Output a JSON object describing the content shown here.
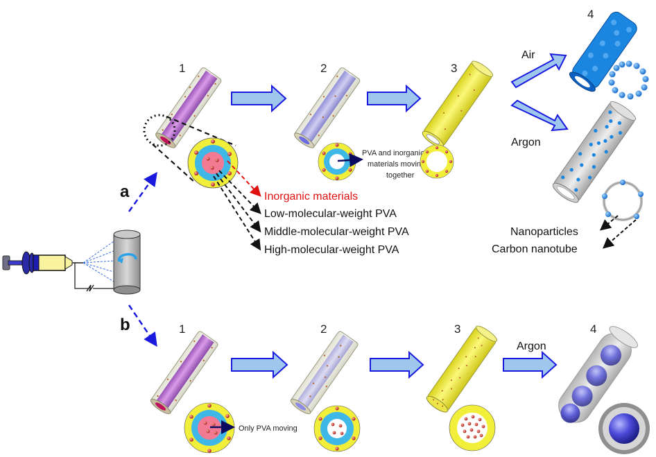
{
  "panels": {
    "a": {
      "letter": "a",
      "steps": [
        "1",
        "2",
        "3",
        "4"
      ],
      "atmospheres": {
        "air": "Air",
        "argon": "Argon"
      },
      "legend": {
        "inorganic": "Inorganic materials",
        "low": "Low-molecular-weight PVA",
        "middle": "Middle-molecular-weight PVA",
        "high": "High-molecular-weight PVA"
      },
      "movement_note": [
        "PVA and inorganic",
        "materials moving",
        "together"
      ],
      "products": {
        "nanoparticles": "Nanoparticles",
        "nanotube": "Carbon nanotube"
      }
    },
    "b": {
      "letter": "b",
      "steps": [
        "1",
        "2",
        "3",
        "4"
      ],
      "atmosphere": "Argon",
      "movement_note": "Only PVA moving"
    }
  },
  "colors": {
    "arrow_fill": "#9fc7ee",
    "arrow_stroke": "#1a1adf",
    "fiber_core": "#b15ed0",
    "yellow_shell": "#f2ef3a",
    "cyan_layer": "#3fb8e8",
    "pink_core": "#f27a93",
    "blue_particles": "#1a86e0",
    "inorganic_red": "#e01010"
  }
}
